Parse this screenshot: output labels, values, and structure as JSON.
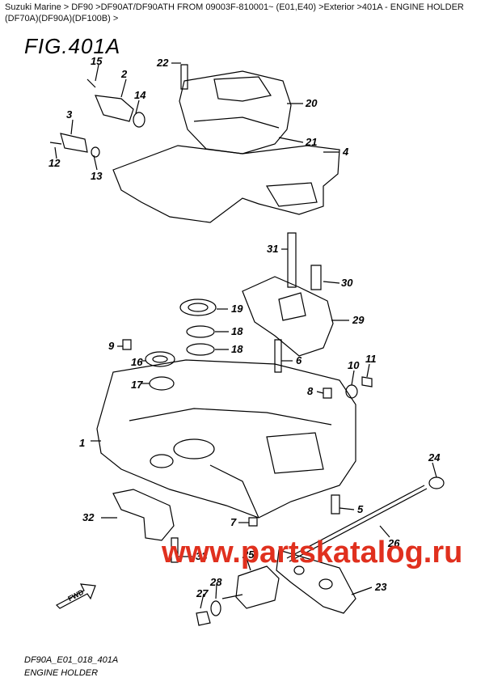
{
  "breadcrumb": {
    "text": "Suzuki Marine > DF90 >DF90AT/DF90ATH FROM 09003F-810001~ (E01,E40) >Exterior >401A - ENGINE HOLDER (DF70A)(DF90A)(DF100B) >"
  },
  "figure": {
    "title": "FIG.401A"
  },
  "callouts": [
    "1",
    "2",
    "3",
    "4",
    "5",
    "6",
    "7",
    "8",
    "9",
    "10",
    "11",
    "12",
    "13",
    "14",
    "15",
    "16",
    "17",
    "18",
    "18",
    "19",
    "20",
    "21",
    "22",
    "23",
    "24",
    "25",
    "26",
    "27",
    "28",
    "29",
    "30",
    "31",
    "32",
    "33"
  ],
  "watermark": "www.partskatalog.ru",
  "footer": {
    "code": "DF90A_E01_018_401A",
    "caption": "ENGINE HOLDER"
  },
  "fwd_label": "FWD"
}
